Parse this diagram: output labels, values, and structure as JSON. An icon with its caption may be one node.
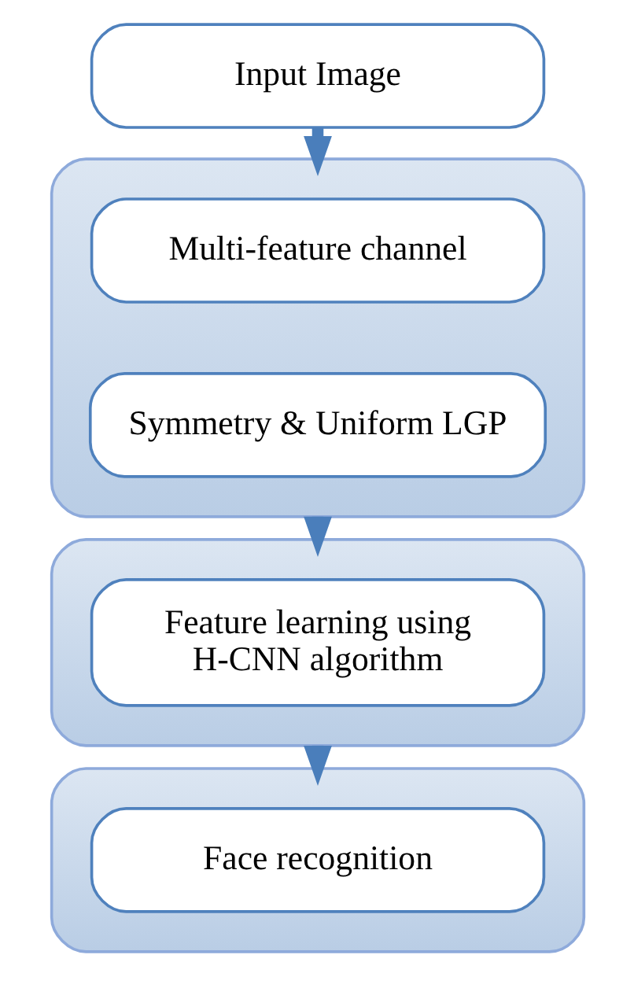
{
  "diagram": {
    "nodes": [
      {
        "text": [
          "Input Image"
        ]
      },
      {
        "text": [],
        "shape": "box"
      },
      {
        "text": [
          "Multi-feature channel"
        ],
        "in": 1
      },
      {
        "text": [
          "Symmetry & Uniform LGP"
        ],
        "in": 1
      },
      {
        "text": [],
        "shape": "box"
      },
      {
        "text": [
          "Feature learning using H-CNN algorithm"
        ],
        "in": 4
      },
      {
        "text": [],
        "shape": "box"
      },
      {
        "text": [
          "Face recognition"
        ],
        "in": 6
      }
    ],
    "edges": [
      {
        "from": 0,
        "to": 1,
        "arrow": "to"
      },
      {
        "from": 1,
        "to": 4,
        "arrow": "to"
      },
      {
        "from": 4,
        "to": 6,
        "arrow": "to"
      }
    ]
  }
}
